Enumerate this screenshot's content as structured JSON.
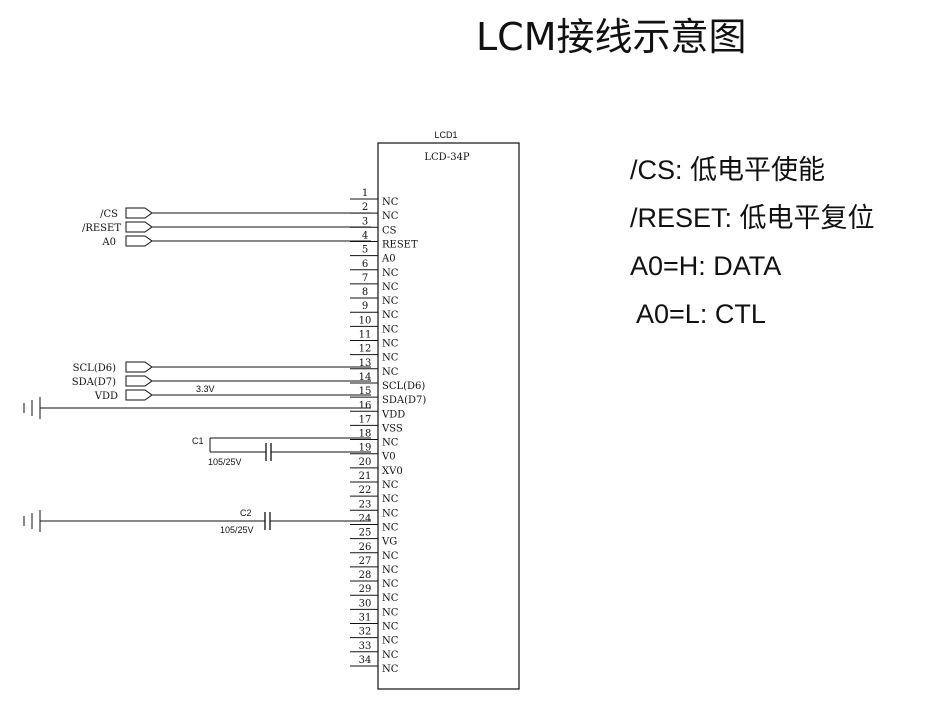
{
  "title": "LCM接线示意图",
  "notes": [
    "/CS: 低电平使能",
    "/RESET: 低电平复位",
    "A0=H: DATA",
    " A0=L: CTL"
  ],
  "component": {
    "ref": "LCD1",
    "part": "LCD-34P",
    "pins": [
      {
        "num": "1",
        "name": "NC"
      },
      {
        "num": "2",
        "name": "NC"
      },
      {
        "num": "3",
        "name": "CS"
      },
      {
        "num": "4",
        "name": "RESET"
      },
      {
        "num": "5",
        "name": "A0"
      },
      {
        "num": "6",
        "name": "NC"
      },
      {
        "num": "7",
        "name": "NC"
      },
      {
        "num": "8",
        "name": "NC"
      },
      {
        "num": "9",
        "name": "NC"
      },
      {
        "num": "10",
        "name": "NC"
      },
      {
        "num": "11",
        "name": "NC"
      },
      {
        "num": "12",
        "name": "NC"
      },
      {
        "num": "13",
        "name": "NC"
      },
      {
        "num": "14",
        "name": "SCL(D6)"
      },
      {
        "num": "15",
        "name": "SDA(D7)"
      },
      {
        "num": "16",
        "name": "VDD"
      },
      {
        "num": "17",
        "name": "VSS"
      },
      {
        "num": "18",
        "name": "NC"
      },
      {
        "num": "19",
        "name": "V0"
      },
      {
        "num": "20",
        "name": "XV0"
      },
      {
        "num": "21",
        "name": "NC"
      },
      {
        "num": "22",
        "name": "NC"
      },
      {
        "num": "23",
        "name": "NC"
      },
      {
        "num": "24",
        "name": "NC"
      },
      {
        "num": "25",
        "name": "VG"
      },
      {
        "num": "26",
        "name": "NC"
      },
      {
        "num": "27",
        "name": "NC"
      },
      {
        "num": "28",
        "name": "NC"
      },
      {
        "num": "29",
        "name": "NC"
      },
      {
        "num": "30",
        "name": "NC"
      },
      {
        "num": "31",
        "name": "NC"
      },
      {
        "num": "32",
        "name": "NC"
      },
      {
        "num": "33",
        "name": "NC"
      },
      {
        "num": "34",
        "name": "NC"
      }
    ]
  },
  "ports": {
    "cs": "/CS",
    "reset": "/RESET",
    "a0": "A0",
    "scl": "SCL(D6)",
    "sda": "SDA(D7)",
    "vdd": "VDD"
  },
  "net_label_vdd": "3.3V",
  "capacitors": {
    "c1": {
      "ref": "C1",
      "value": "105/25V"
    },
    "c2": {
      "ref": "C2",
      "value": "105/25V"
    }
  }
}
